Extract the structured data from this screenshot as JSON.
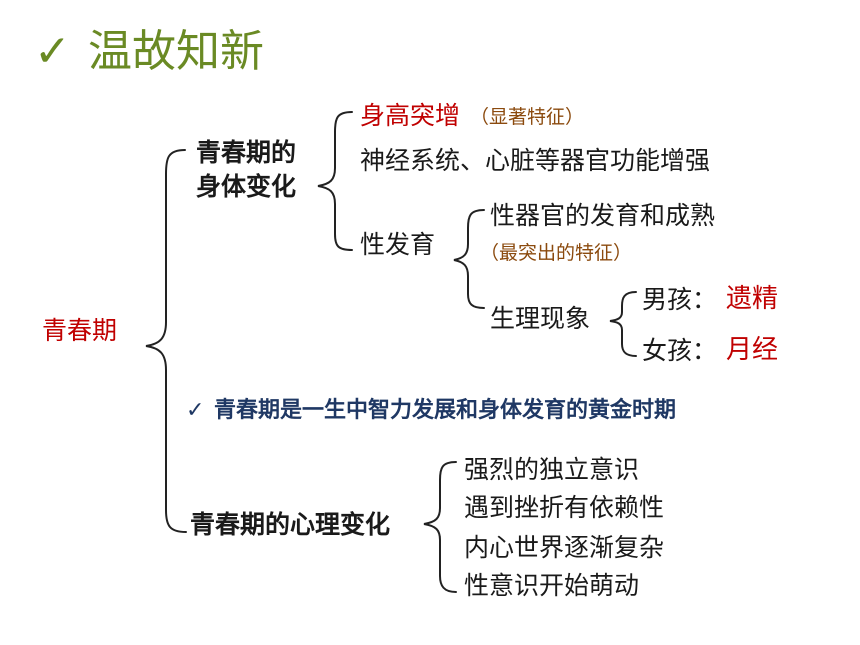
{
  "title": {
    "check": "✓",
    "text": "温故知新"
  },
  "root": "青春期",
  "physical": {
    "label_line1": "青春期的",
    "label_line2": "身体变化",
    "growth": "身高突增",
    "growth_note": "（显著特征）",
    "organs": "神经系统、心脏等器官功能增强",
    "sexual": {
      "label": "性发育",
      "organ_dev": "性器官的发育和成熟",
      "organ_note": "（最突出的特征）",
      "phenomena": {
        "label": "生理现象",
        "boy_label": "男孩：",
        "boy_value": "遗精",
        "girl_label": "女孩：",
        "girl_value": "月经"
      }
    }
  },
  "golden": {
    "check": "✓",
    "text": "青春期是一生中智力发展和身体发育的黄金时期"
  },
  "psych": {
    "label": "青春期的心理变化",
    "items": [
      "强烈的独立意识",
      "遇到挫折有依赖性",
      "内心世界逐渐复杂",
      "性意识开始萌动"
    ]
  },
  "colors": {
    "red": "#c00000",
    "brown": "#8b4a0e",
    "navy": "#1f3864",
    "green": "#6a8a24",
    "text": "#1a1a1a"
  }
}
